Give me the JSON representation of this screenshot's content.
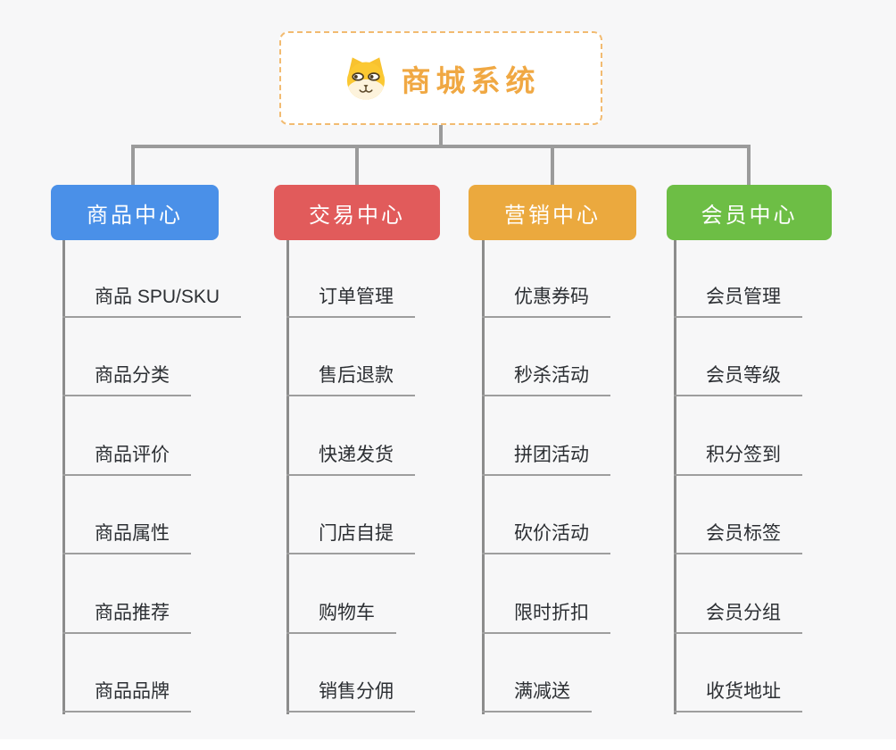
{
  "root": {
    "title": "商城系统",
    "icon": "dog-face-icon",
    "text_color": "#f0a843",
    "border_color": "#f2bb71",
    "background": "#ffffff"
  },
  "branches": [
    {
      "label": "商品中心",
      "color": "#4a90e8",
      "items": [
        "商品 SPU/SKU",
        "商品分类",
        "商品评价",
        "商品属性",
        "商品推荐",
        "商品品牌"
      ]
    },
    {
      "label": "交易中心",
      "color": "#e15b5b",
      "items": [
        "订单管理",
        "售后退款",
        "快递发货",
        "门店自提",
        "购物车",
        "销售分佣"
      ]
    },
    {
      "label": "营销中心",
      "color": "#eba93e",
      "items": [
        "优惠券码",
        "秒杀活动",
        "拼团活动",
        "砍价活动",
        "限时折扣",
        "满减送"
      ]
    },
    {
      "label": "会员中心",
      "color": "#6dbe45",
      "items": [
        "会员管理",
        "会员等级",
        "积分签到",
        "会员标签",
        "会员分组",
        "收货地址"
      ]
    }
  ],
  "lines": {
    "connector_color": "#9b9b9b",
    "trunk_color": "#8c8c8c",
    "underline_color": "#9e9e9e"
  },
  "canvas_background": "#f7f7f8"
}
